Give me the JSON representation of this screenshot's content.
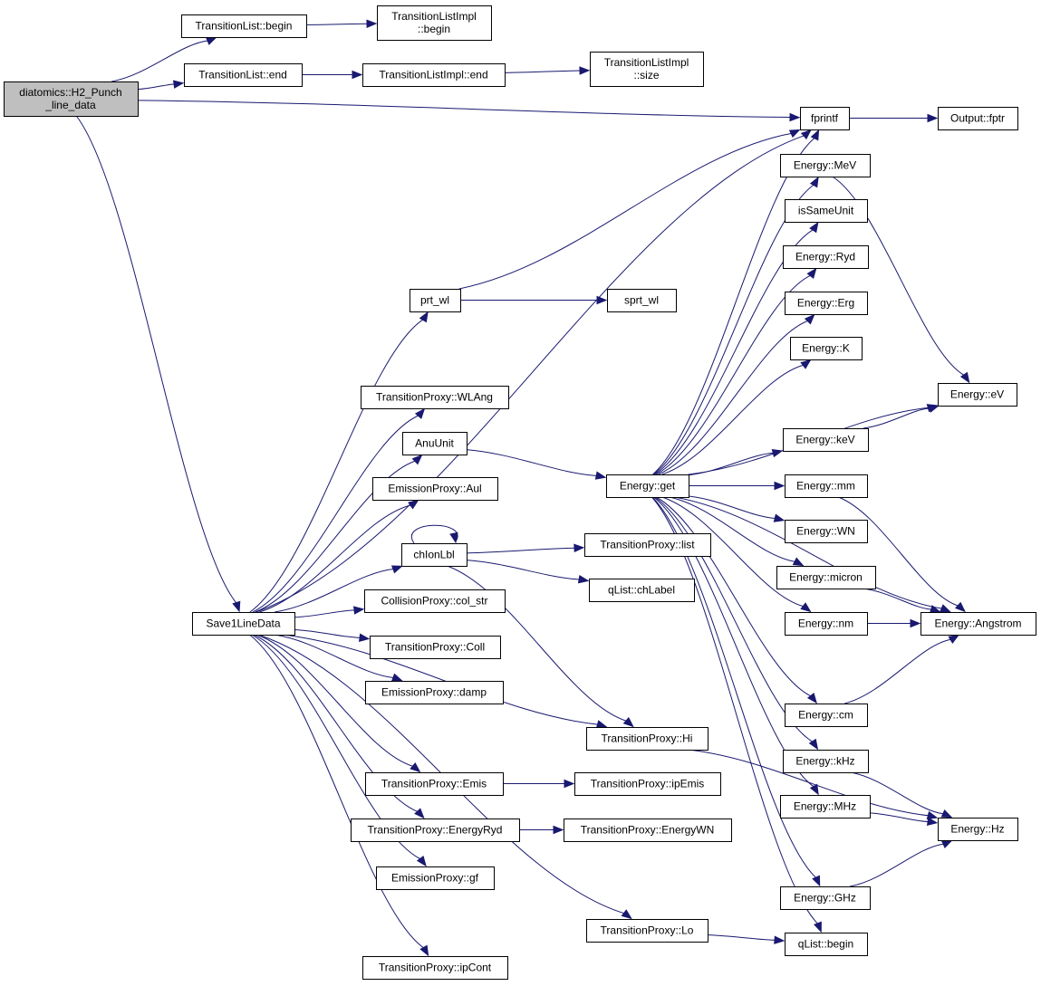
{
  "graph": {
    "nodes": [
      {
        "id": "h2",
        "lines": [
          "diatomics::H2_Punch",
          "_line_data"
        ],
        "root": true
      },
      {
        "id": "tl_begin",
        "lines": [
          "TransitionList::begin"
        ]
      },
      {
        "id": "tli_begin",
        "lines": [
          "TransitionListImpl",
          "::begin"
        ]
      },
      {
        "id": "tl_end",
        "lines": [
          "TransitionList::end"
        ]
      },
      {
        "id": "tli_end",
        "lines": [
          "TransitionListImpl::end"
        ]
      },
      {
        "id": "tli_size",
        "lines": [
          "TransitionListImpl",
          "::size"
        ]
      },
      {
        "id": "fprintf",
        "lines": [
          "fprintf"
        ]
      },
      {
        "id": "output_fptr",
        "lines": [
          "Output::fptr"
        ]
      },
      {
        "id": "e_mev",
        "lines": [
          "Energy::MeV"
        ]
      },
      {
        "id": "issameunit",
        "lines": [
          "isSameUnit"
        ]
      },
      {
        "id": "e_ryd",
        "lines": [
          "Energy::Ryd"
        ]
      },
      {
        "id": "e_erg",
        "lines": [
          "Energy::Erg"
        ]
      },
      {
        "id": "e_k",
        "lines": [
          "Energy::K"
        ]
      },
      {
        "id": "e_ev",
        "lines": [
          "Energy::eV"
        ]
      },
      {
        "id": "e_kev",
        "lines": [
          "Energy::keV"
        ]
      },
      {
        "id": "e_get",
        "lines": [
          "Energy::get"
        ]
      },
      {
        "id": "e_mm",
        "lines": [
          "Energy::mm"
        ]
      },
      {
        "id": "e_wn",
        "lines": [
          "Energy::WN"
        ]
      },
      {
        "id": "e_micron",
        "lines": [
          "Energy::micron"
        ]
      },
      {
        "id": "e_nm",
        "lines": [
          "Energy::nm"
        ]
      },
      {
        "id": "e_angstrom",
        "lines": [
          "Energy::Angstrom"
        ]
      },
      {
        "id": "e_cm",
        "lines": [
          "Energy::cm"
        ]
      },
      {
        "id": "e_khz",
        "lines": [
          "Energy::kHz"
        ]
      },
      {
        "id": "e_mhz",
        "lines": [
          "Energy::MHz"
        ]
      },
      {
        "id": "e_hz",
        "lines": [
          "Energy::Hz"
        ]
      },
      {
        "id": "e_ghz",
        "lines": [
          "Energy::GHz"
        ]
      },
      {
        "id": "qlist_begin",
        "lines": [
          "qList::begin"
        ]
      },
      {
        "id": "prt_wl",
        "lines": [
          "prt_wl"
        ]
      },
      {
        "id": "sprt_wl",
        "lines": [
          "sprt_wl"
        ]
      },
      {
        "id": "tp_wlang",
        "lines": [
          "TransitionProxy::WLAng"
        ]
      },
      {
        "id": "anuunit",
        "lines": [
          "AnuUnit"
        ]
      },
      {
        "id": "ep_aul",
        "lines": [
          "EmissionProxy::Aul"
        ]
      },
      {
        "id": "chionlbl",
        "lines": [
          "chIonLbl"
        ]
      },
      {
        "id": "tp_list",
        "lines": [
          "TransitionProxy::list"
        ]
      },
      {
        "id": "qlist_chlabel",
        "lines": [
          "qList::chLabel"
        ]
      },
      {
        "id": "save1",
        "lines": [
          "Save1LineData"
        ]
      },
      {
        "id": "cp_colstr",
        "lines": [
          "CollisionProxy::col_str"
        ]
      },
      {
        "id": "tp_coll",
        "lines": [
          "TransitionProxy::Coll"
        ]
      },
      {
        "id": "ep_damp",
        "lines": [
          "EmissionProxy::damp"
        ]
      },
      {
        "id": "tp_hi",
        "lines": [
          "TransitionProxy::Hi"
        ]
      },
      {
        "id": "tp_emis",
        "lines": [
          "TransitionProxy::Emis"
        ]
      },
      {
        "id": "tp_ipemis",
        "lines": [
          "TransitionProxy::ipEmis"
        ]
      },
      {
        "id": "tp_energyryd",
        "lines": [
          "TransitionProxy::EnergyRyd"
        ]
      },
      {
        "id": "tp_energywn",
        "lines": [
          "TransitionProxy::EnergyWN"
        ]
      },
      {
        "id": "ep_gf",
        "lines": [
          "EmissionProxy::gf"
        ]
      },
      {
        "id": "tp_lo",
        "lines": [
          "TransitionProxy::Lo"
        ]
      },
      {
        "id": "tp_ipcont",
        "lines": [
          "TransitionProxy::ipCont"
        ]
      }
    ],
    "edges": [
      [
        "h2",
        "tl_begin"
      ],
      [
        "h2",
        "tl_end"
      ],
      [
        "h2",
        "fprintf"
      ],
      [
        "h2",
        "save1"
      ],
      [
        "tl_begin",
        "tli_begin"
      ],
      [
        "tl_end",
        "tli_end"
      ],
      [
        "tli_end",
        "tli_size"
      ],
      [
        "fprintf",
        "output_fptr"
      ],
      [
        "save1",
        "prt_wl"
      ],
      [
        "save1",
        "fprintf"
      ],
      [
        "save1",
        "tp_wlang"
      ],
      [
        "save1",
        "anuunit"
      ],
      [
        "save1",
        "ep_aul"
      ],
      [
        "save1",
        "chionlbl"
      ],
      [
        "save1",
        "cp_colstr"
      ],
      [
        "save1",
        "tp_coll"
      ],
      [
        "save1",
        "ep_damp"
      ],
      [
        "save1",
        "tp_hi"
      ],
      [
        "save1",
        "tp_emis"
      ],
      [
        "save1",
        "tp_energyryd"
      ],
      [
        "save1",
        "ep_gf"
      ],
      [
        "save1",
        "tp_lo"
      ],
      [
        "save1",
        "tp_ipcont"
      ],
      [
        "prt_wl",
        "fprintf"
      ],
      [
        "prt_wl",
        "sprt_wl"
      ],
      [
        "anuunit",
        "e_get"
      ],
      [
        "chionlbl",
        "chionlbl"
      ],
      [
        "chionlbl",
        "tp_list"
      ],
      [
        "chionlbl",
        "qlist_chlabel"
      ],
      [
        "chionlbl",
        "tp_hi"
      ],
      [
        "tp_emis",
        "tp_ipemis"
      ],
      [
        "tp_energyryd",
        "tp_energywn"
      ],
      [
        "tp_hi",
        "e_hz"
      ],
      [
        "tp_lo",
        "qlist_begin"
      ],
      [
        "e_get",
        "fprintf"
      ],
      [
        "e_get",
        "e_mev"
      ],
      [
        "e_get",
        "issameunit"
      ],
      [
        "e_get",
        "e_ryd"
      ],
      [
        "e_get",
        "e_erg"
      ],
      [
        "e_get",
        "e_k"
      ],
      [
        "e_get",
        "e_ev"
      ],
      [
        "e_get",
        "e_kev"
      ],
      [
        "e_get",
        "e_mm"
      ],
      [
        "e_get",
        "e_wn"
      ],
      [
        "e_get",
        "e_micron"
      ],
      [
        "e_get",
        "e_nm"
      ],
      [
        "e_get",
        "e_angstrom"
      ],
      [
        "e_get",
        "e_cm"
      ],
      [
        "e_get",
        "e_khz"
      ],
      [
        "e_get",
        "e_mhz"
      ],
      [
        "e_get",
        "e_ghz"
      ],
      [
        "e_get",
        "qlist_begin"
      ],
      [
        "e_mev",
        "e_ev"
      ],
      [
        "e_kev",
        "e_ev"
      ],
      [
        "e_mm",
        "e_angstrom"
      ],
      [
        "e_micron",
        "e_angstrom"
      ],
      [
        "e_nm",
        "e_angstrom"
      ],
      [
        "e_cm",
        "e_angstrom"
      ],
      [
        "e_khz",
        "e_hz"
      ],
      [
        "e_mhz",
        "e_hz"
      ],
      [
        "e_ghz",
        "e_hz"
      ]
    ]
  }
}
